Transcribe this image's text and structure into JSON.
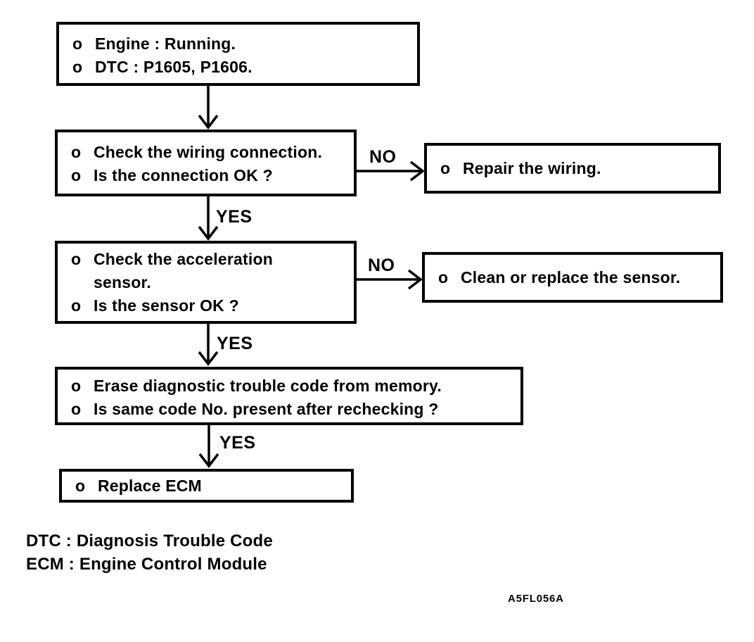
{
  "diagram": {
    "bullet": "o",
    "figure_code": "A5FL056A",
    "labels": {
      "yes": "YES",
      "no": "NO"
    },
    "nodes": [
      {
        "id": "start",
        "items": [
          "Engine : Running.",
          "DTC : P1605, P1606."
        ]
      },
      {
        "id": "check-wiring-connection",
        "items": [
          "Check the wiring connection.",
          "Is the connection OK ?"
        ]
      },
      {
        "id": "repair-wiring",
        "items": [
          "Repair the wiring."
        ]
      },
      {
        "id": "check-acceleration-sensor",
        "items": [
          "Check the acceleration sensor.",
          "Is the sensor OK ?"
        ]
      },
      {
        "id": "clean-or-replace-sensor",
        "items": [
          "Clean or replace the sensor."
        ]
      },
      {
        "id": "erase-dtc",
        "items": [
          "Erase diagnostic trouble code from memory.",
          "Is same code No. present after rechecking ?"
        ]
      },
      {
        "id": "replace-ecm",
        "items": [
          "Replace ECM"
        ]
      }
    ],
    "footnotes": [
      "DTC : Diagnosis Trouble Code",
      "ECM : Engine Control Module"
    ],
    "colors": {
      "ink": "#000000",
      "background": "#ffffff"
    }
  }
}
